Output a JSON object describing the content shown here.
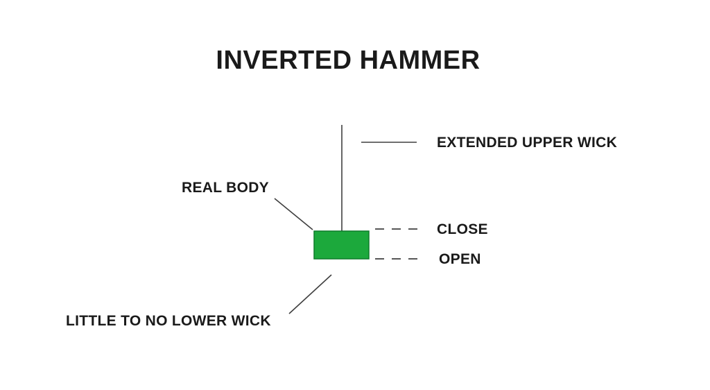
{
  "title": "INVERTED HAMMER",
  "labels": {
    "extended_upper_wick": "EXTENDED UPPER WICK",
    "real_body": "REAL BODY",
    "close": "CLOSE",
    "open": "OPEN",
    "lower_wick": "LITTLE TO NO LOWER WICK"
  },
  "candle": {
    "pattern": "INVERTED HAMMER"
  },
  "colors": {
    "background": "#ffffff",
    "text": "#1a1a1a",
    "line": "#3f3f3f",
    "body_fill": "#1ca93c",
    "body_border": "#0e7c2b"
  }
}
